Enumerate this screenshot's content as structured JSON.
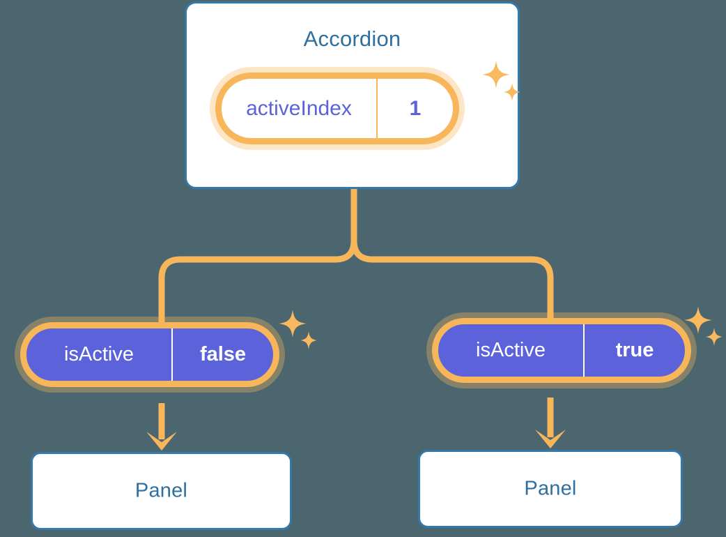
{
  "diagram": {
    "type": "component-state-tree",
    "background_color": "#4b666f",
    "accent_colors": {
      "card_border": "#3479ab",
      "card_title_text": "#2f6f9f",
      "pill_border": "#f8b65a",
      "pill_halo": "#fbdcae",
      "pill_solid_fill": "#5c62da",
      "pill_light_text": "#5c62da",
      "connector_line": "#f8b65a",
      "sparkle": "#f9b95f"
    }
  },
  "root": {
    "title": "Accordion",
    "state_badge": {
      "key": "activeIndex",
      "value": "1",
      "style": "light"
    }
  },
  "branches": [
    {
      "side": "left",
      "prop_badge": {
        "key": "isActive",
        "value": "false",
        "style": "solid"
      },
      "child": {
        "title": "Panel"
      }
    },
    {
      "side": "right",
      "prop_badge": {
        "key": "isActive",
        "value": "true",
        "style": "solid"
      },
      "child": {
        "title": "Panel"
      }
    }
  ],
  "sparkles": [
    {
      "name": "sparkle-root",
      "count": 2
    },
    {
      "name": "sparkle-left",
      "count": 2
    },
    {
      "name": "sparkle-right",
      "count": 2
    }
  ]
}
